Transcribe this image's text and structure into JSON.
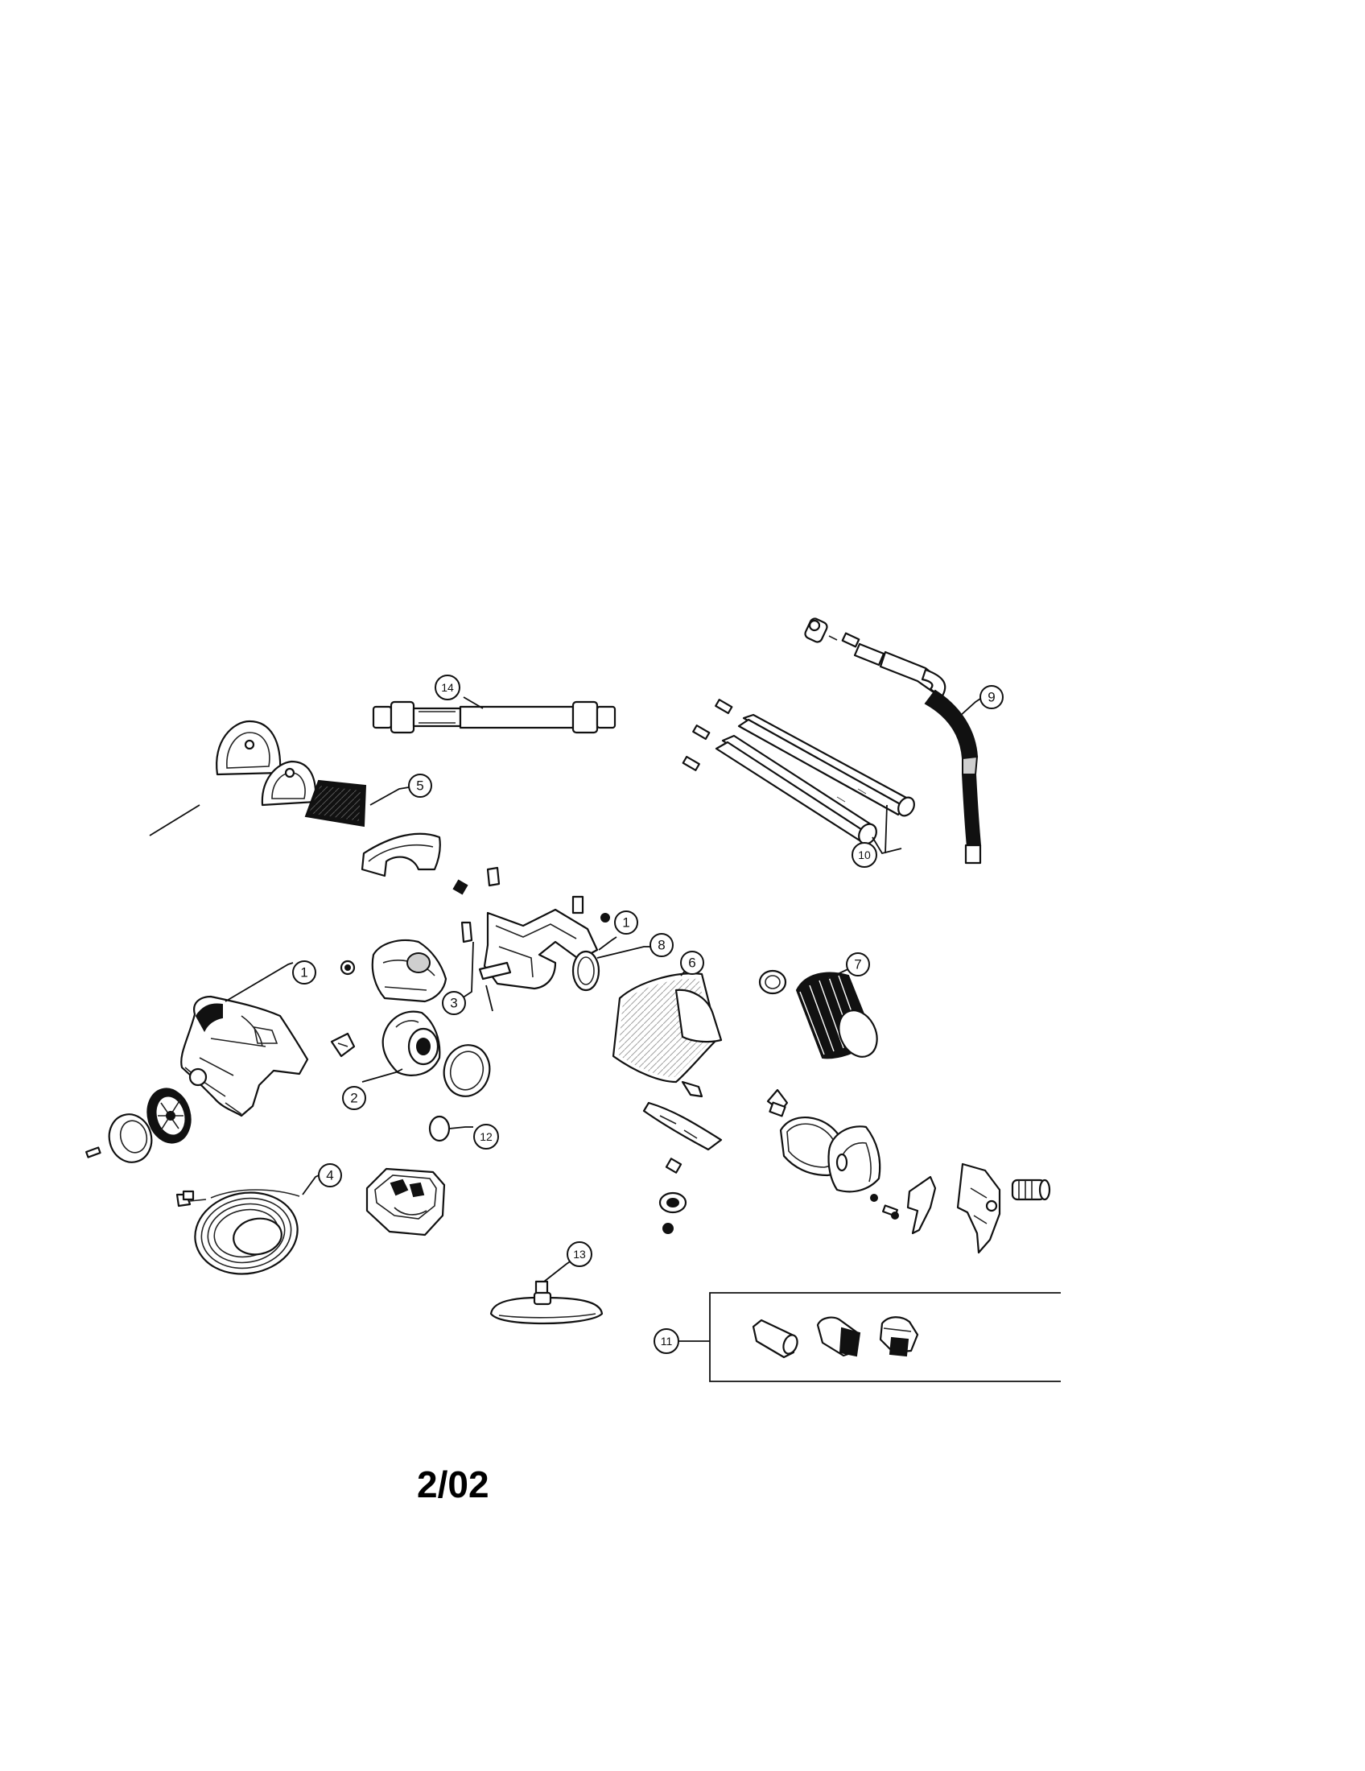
{
  "diagram": {
    "callouts": [
      "1",
      "2",
      "3",
      "4",
      "5",
      "6",
      "7",
      "8",
      "9",
      "10",
      "11",
      "12",
      "13",
      "14"
    ],
    "footer_date": "2/02"
  }
}
